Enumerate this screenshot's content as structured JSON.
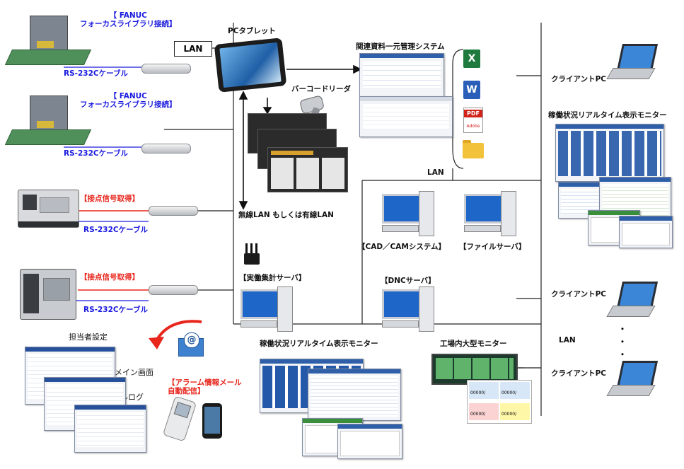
{
  "diagram": {
    "machines": [
      {
        "tag": "【 FANUC\nフォーカスライブラリ接続】",
        "cable": "RS-232Cケーブル"
      },
      {
        "tag": "【 FANUC\nフォーカスライブラリ接続】",
        "cable": "RS-232Cケーブル"
      },
      {
        "tag": "【接点信号取得】",
        "cable": "RS-232Cケーブル"
      },
      {
        "tag": "【接点信号取得】",
        "cable": "RS-232Cケーブル"
      }
    ],
    "lan_box": "LAN",
    "pc_tablet": "PCタブレット",
    "barcode_reader": "バーコードリーダ",
    "wireless_lan": "無線LAN もしくは有線LAN",
    "doc_system": "関連資料一元管理システム",
    "lan_mid": "LAN",
    "cad_cam": "【CAD／CAMシステム】",
    "file_server": "【ファイルサーバ】",
    "dnc_server": "【DNCサーバ】",
    "actual_server": "【実働集計サーバ】",
    "client_pc_1": "クライアントPC",
    "client_pc_2": "クライアントPC",
    "client_pc_3": "クライアントPC",
    "lan_right": "LAN",
    "realtime_monitor_right": "稼働状況リアルタイム表示モニター",
    "realtime_monitor_bottom": "稼働状況リアルタイム表示モニター",
    "factory_monitor": "工場内大型モニター",
    "operator_setting": "担当者設定",
    "main_screen": "メイン画面",
    "mail_log": "メールログ",
    "alarm_mail": "【アラーム情報メール\n自動配信】",
    "dots": "・\n・\n・",
    "file_icons": [
      "excel-icon",
      "word-icon",
      "pdf-icon",
      "folder-icon"
    ],
    "pdf_label": "PDF",
    "adobe_label": "Adobe",
    "factory_monitor_values": [
      "00000/",
      "00000/",
      "00000/",
      "00000/"
    ]
  },
  "colors": {
    "blue_label": "#1a1adf",
    "red_label": "#e8261c",
    "line": "#222222",
    "screen_blue": "#2f5fa8"
  }
}
